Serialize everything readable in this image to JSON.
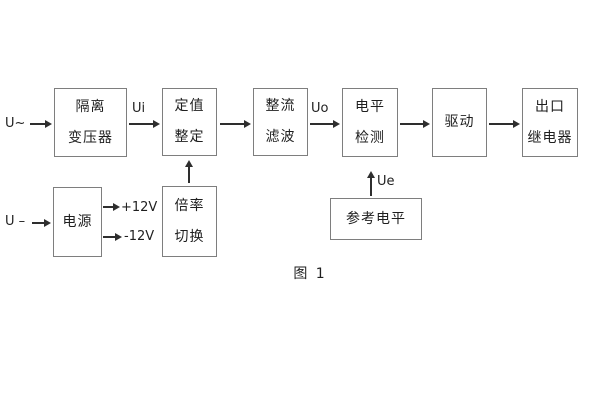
{
  "figure": {
    "caption": "图 1"
  },
  "boxes": {
    "isolation_transformer": {
      "line1": "隔离",
      "line2": "变压器"
    },
    "value_setting": {
      "line1": "定值",
      "line2": "整定"
    },
    "rectify_filter": {
      "line1": "整流",
      "line2": "滤波"
    },
    "level_detect": {
      "line1": "电平",
      "line2": "检测"
    },
    "drive": {
      "line1": "驱动"
    },
    "output_relay": {
      "line1": "出口",
      "line2": "继电器"
    },
    "power_supply": {
      "line1": "电源"
    },
    "ratio_switch": {
      "line1": "倍率",
      "line2": "切换"
    },
    "reference_level": {
      "line1": "参考电平"
    }
  },
  "signals": {
    "ac_input": "U~",
    "dc_input": "U –",
    "ui": "Ui",
    "uo": "Uo",
    "ue": "Ue",
    "plus_12v": "+12V",
    "minus_12v": "-12V"
  },
  "colors": {
    "background": "#ffffff",
    "box_border": "#7e7e7e",
    "line": "#2e2e2e",
    "text": "#1f1f1f"
  }
}
